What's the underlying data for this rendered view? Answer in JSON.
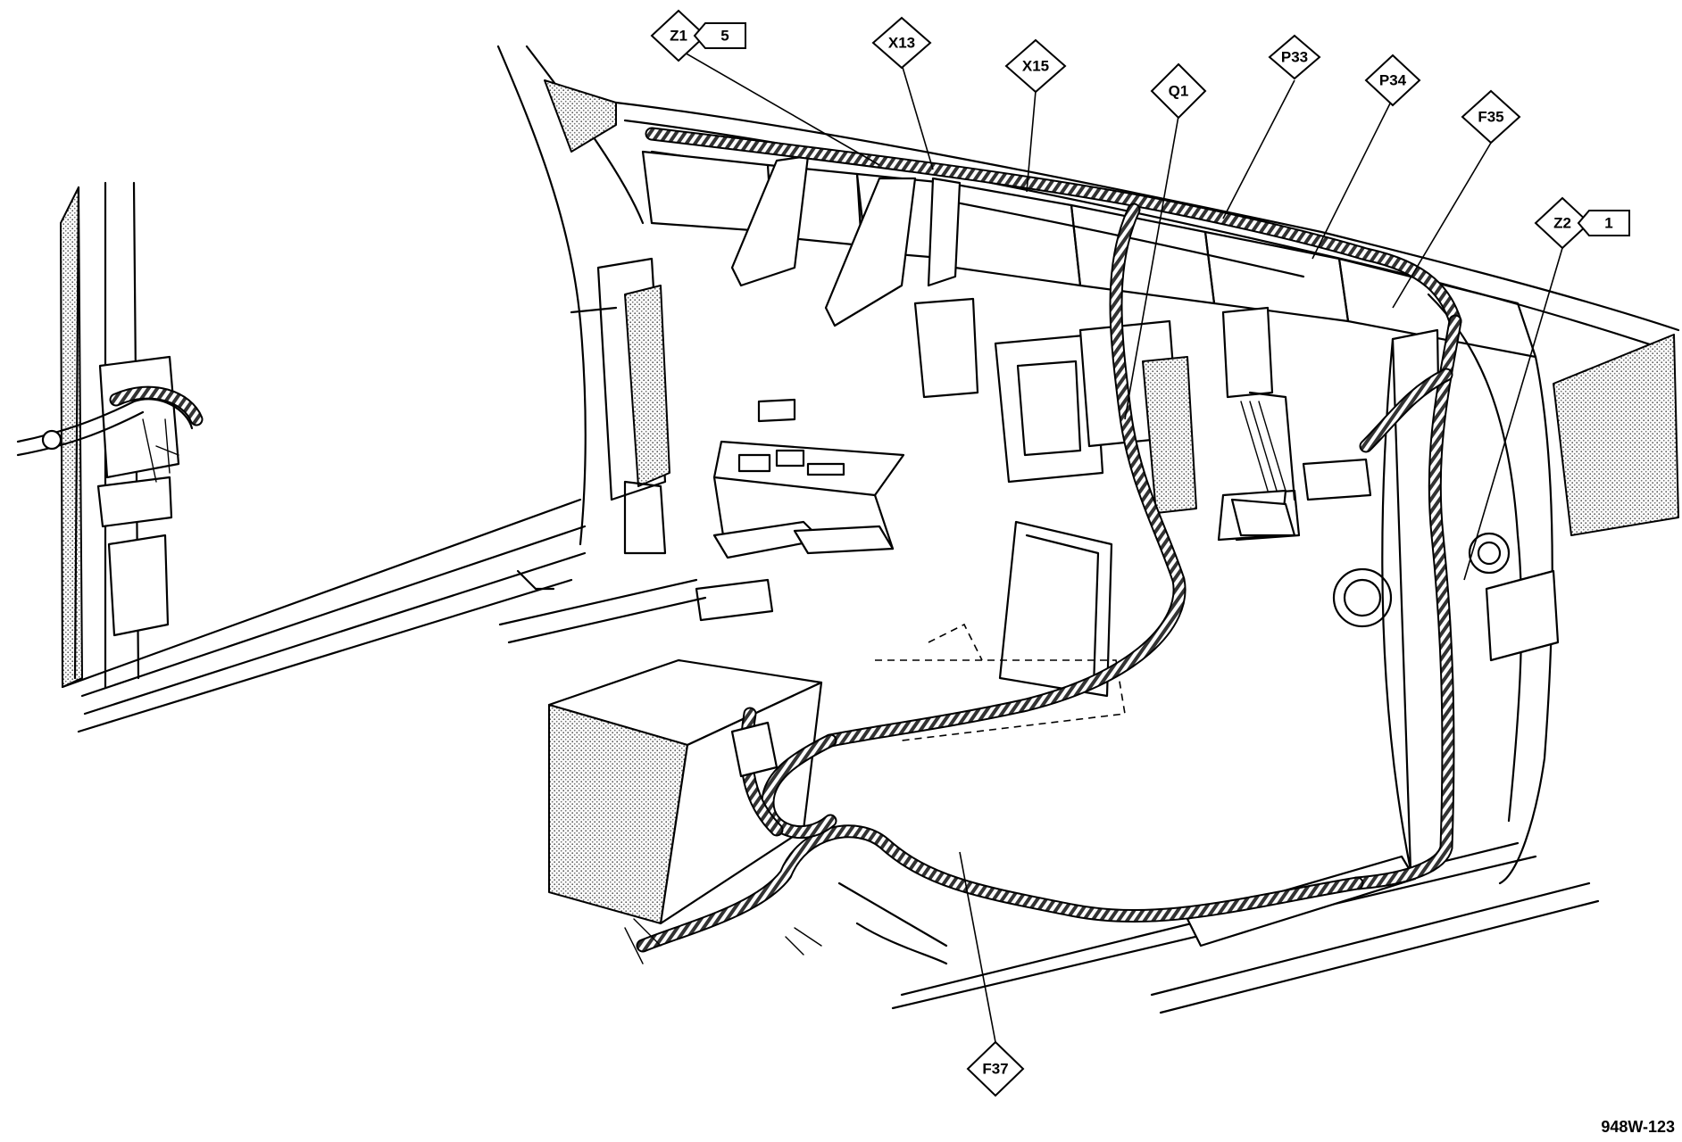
{
  "figure_id": "948W-123",
  "callouts": [
    {
      "id": "Z1",
      "label": "Z1",
      "box": "5"
    },
    {
      "id": "X13",
      "label": "X13"
    },
    {
      "id": "X15",
      "label": "X15"
    },
    {
      "id": "Q1",
      "label": "Q1"
    },
    {
      "id": "P33",
      "label": "P33"
    },
    {
      "id": "P34",
      "label": "P34"
    },
    {
      "id": "F35",
      "label": "F35"
    },
    {
      "id": "Z2",
      "label": "Z2",
      "box": "1"
    },
    {
      "id": "F37",
      "label": "F37"
    }
  ]
}
